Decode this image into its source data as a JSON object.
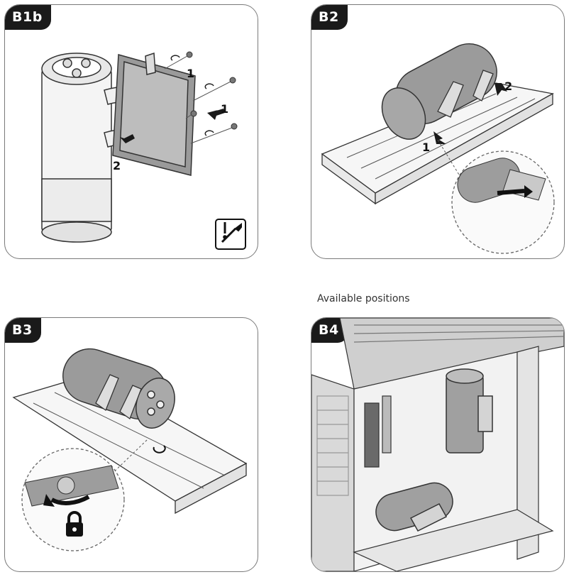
{
  "panels": {
    "b1b": {
      "label": "B1b",
      "step1": "1",
      "step1b": "1",
      "step2": "2"
    },
    "b2": {
      "label": "B2",
      "step1": "1",
      "step2": "2"
    },
    "b3": {
      "label": "B3"
    },
    "b4": {
      "label": "B4"
    }
  },
  "caption": "Available positions"
}
